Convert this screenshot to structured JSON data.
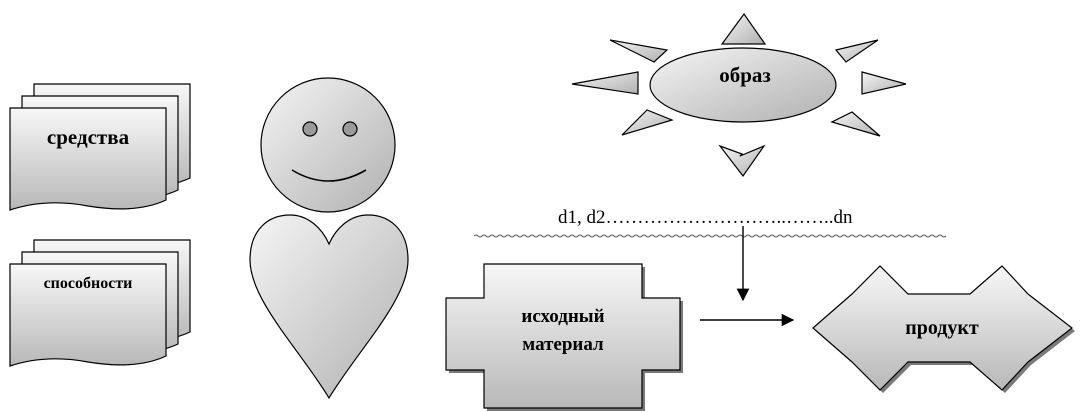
{
  "labels": {
    "means": "средства",
    "abilities": "способности",
    "image": "образ",
    "sequence": "d1, d2………………………..……..dn",
    "source_line1": "исходный",
    "source_line2": "материал",
    "product": "продукт"
  },
  "colors": {
    "fill_light": "#f7f7f7",
    "fill_dark": "#b8b8b8",
    "stroke": "#000000",
    "shadow": "#7a7a7a"
  },
  "icons": [
    "document-stack-icon",
    "smiley-face-icon",
    "heart-icon",
    "sun-icon",
    "down-arrow-icon",
    "right-arrow-icon"
  ]
}
